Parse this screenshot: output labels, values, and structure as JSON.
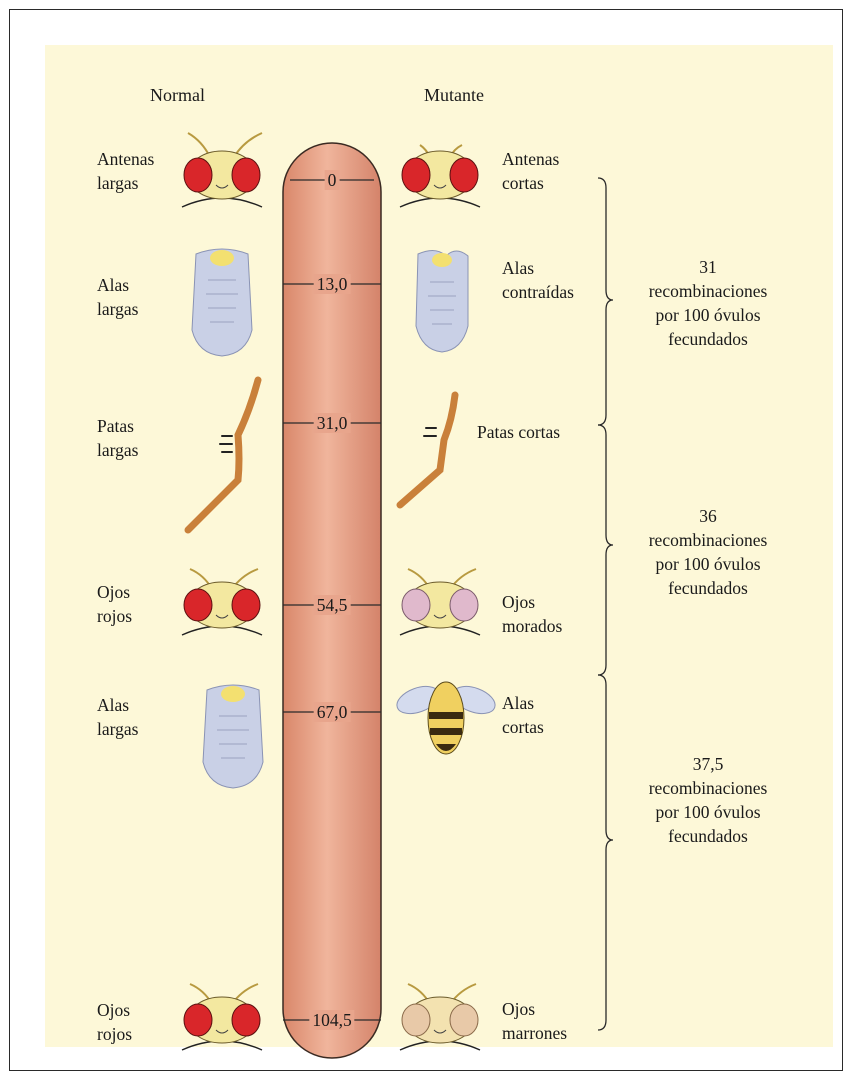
{
  "headers": {
    "normal": "Normal",
    "mutant": "Mutante"
  },
  "chromosome_marks": [
    "0",
    "13,0",
    "31,0",
    "54,5",
    "67,0",
    "104,5"
  ],
  "normal_traits": [
    {
      "line1": "Antenas",
      "line2": "largas",
      "icon": "fly-head-red-eyes-icon"
    },
    {
      "line1": "Alas",
      "line2": "largas",
      "icon": "long-wing-icon"
    },
    {
      "line1": "Patas",
      "line2": "largas",
      "icon": "long-leg-icon"
    },
    {
      "line1": "Ojos",
      "line2": "rojos",
      "icon": "fly-head-red-eyes-icon"
    },
    {
      "line1": "Alas",
      "line2": "largas",
      "icon": "long-wing-icon"
    },
    {
      "line1": "Ojos",
      "line2": "rojos",
      "icon": "fly-head-red-eyes-icon"
    }
  ],
  "mutant_traits": [
    {
      "line1": "Antenas",
      "line2": "cortas",
      "icon": "fly-head-short-antennae-icon"
    },
    {
      "line1": "Alas",
      "line2": "contraídas",
      "icon": "contracted-wing-icon"
    },
    {
      "line1": "Patas cortas",
      "line2": "",
      "icon": "short-leg-icon"
    },
    {
      "line1": "Ojos",
      "line2": "morados",
      "icon": "fly-head-purple-eyes-icon"
    },
    {
      "line1": "Alas",
      "line2": "cortas",
      "icon": "short-wing-bee-icon"
    },
    {
      "line1": "Ojos",
      "line2": "marrones",
      "icon": "fly-head-brown-eyes-icon"
    }
  ],
  "recombinations": [
    {
      "value": "31",
      "l2": "recombinaciones",
      "l3": "por 100 óvulos",
      "l4": "fecundados"
    },
    {
      "value": "36",
      "l2": "recombinaciones",
      "l3": "por 100 óvulos",
      "l4": "fecundados"
    },
    {
      "value": "37,5",
      "l2": "recombinaciones",
      "l3": "por 100 óvulos",
      "l4": "fecundados"
    }
  ],
  "colors": {
    "panel": "#fdf8d8",
    "chromosome": "#e8a58c",
    "red_eye": "#d9262a",
    "purple_eye": "#e0b9cc",
    "brown_eye": "#e8c9a8",
    "wing": "#c9d0e6",
    "leg": "#c9803a"
  }
}
